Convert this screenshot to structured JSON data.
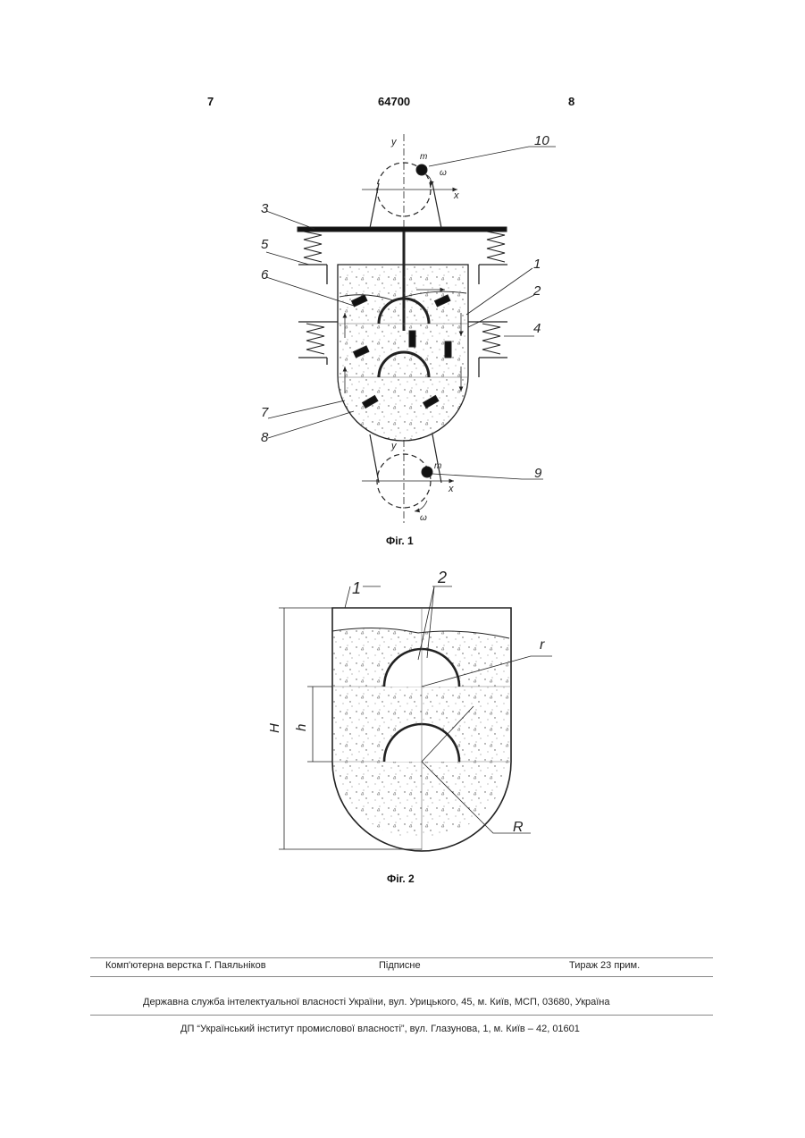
{
  "header": {
    "page_left": "7",
    "patent_number": "64700",
    "page_right": "8"
  },
  "figures": {
    "fig1": {
      "caption": "Фіг. 1",
      "labels": [
        "10",
        "3",
        "5",
        "6",
        "1",
        "2",
        "4",
        "7",
        "8",
        "9"
      ],
      "axis_top": {
        "y": "y",
        "x": "x",
        "mass": "m",
        "omega": "ω"
      },
      "axis_bottom": {
        "y": "y",
        "x": "x",
        "mass": "m",
        "omega": "ω"
      }
    },
    "fig2": {
      "caption": "Фіг. 2",
      "labels": {
        "container": "1",
        "shells": "2",
        "small_radius": "r",
        "big_radius": "R",
        "height_total": "H",
        "height_step": "h"
      }
    }
  },
  "footer": {
    "row1": {
      "layout": "Комп'ютерна верстка Г. Паяльніков",
      "signed": "Підписне",
      "circulation": "Тираж 23 прим."
    },
    "row2": "Державна служба інтелектуальної власності України, вул. Урицького, 45, м. Київ, МСП, 03680, Україна",
    "row3": "ДП “Український інститут промислової власності”, вул. Глазунова, 1, м. Київ – 42, 01601"
  }
}
